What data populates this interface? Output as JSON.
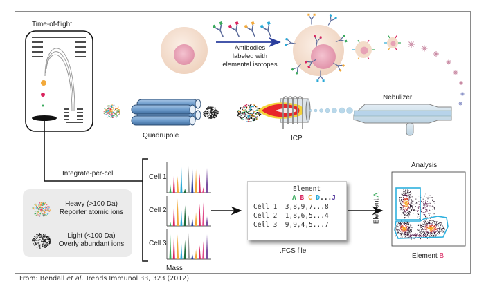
{
  "diagram": {
    "labels": {
      "time_of_flight": "Time-of-flight",
      "antibodies_line1": "Antibodies",
      "antibodies_line2": "labeled with",
      "antibodies_line3": "elemental isotopes",
      "quadrupole": "Quadrupole",
      "icp": "ICP",
      "nebulizer": "Nebulizer",
      "integrate": "Integrate-per-cell",
      "analysis": "Analysis",
      "element_a_prefix": "Element ",
      "element_a_letter": "A",
      "element_b_prefix": "Element ",
      "element_b_letter": "B",
      "mass": "Mass",
      "fcs_file": ".FCS file"
    },
    "legend": {
      "heavy_line1": "Heavy (>100 Da)",
      "heavy_line2": "Reporter atomic ions",
      "light_line1": "Light (<100 Da)",
      "light_line2": "Overly abundant ions"
    },
    "spectra": [
      {
        "label": "Cell 1",
        "peaks": [
          0.3,
          0.75,
          0.6,
          1.0,
          0.15,
          0.95,
          0.98,
          0.85,
          0.7,
          0.2,
          0.9
        ]
      },
      {
        "label": "Cell 2",
        "peaks": [
          0.15,
          0.8,
          1.0,
          0.6,
          0.75,
          0.4,
          0.3,
          0.5,
          0.8,
          0.85,
          0.35
        ]
      },
      {
        "label": "Cell 3",
        "peaks": [
          0.9,
          0.95,
          0.9,
          0.6,
          0.7,
          0.95,
          0.2,
          0.35,
          0.5,
          0.65,
          0.9
        ]
      }
    ],
    "spectrum_colors": [
      "#3aaa5c",
      "#d9245e",
      "#f2a93b",
      "#2aa9d6",
      "#1e6b3a",
      "#9a9a9a",
      "#2b3f9e",
      "#f2a93b",
      "#d9245e",
      "#e04a8a",
      "#7a4fa0"
    ],
    "fcs": {
      "header": "Element",
      "columns": [
        {
          "letter": "A",
          "color": "#3aaa5c"
        },
        {
          "letter": "B",
          "color": "#d9245e"
        },
        {
          "letter": "C",
          "color": "#f2a93b"
        },
        {
          "letter": "D",
          "color": "#2aa9d6"
        },
        {
          "letter": "...",
          "color": "#333333"
        },
        {
          "letter": "J",
          "color": "#5a3fa0"
        }
      ],
      "rows": [
        {
          "cell": "Cell 1",
          "values": "3,8,9,7...8"
        },
        {
          "cell": "Cell 2",
          "values": "1,8,6,5...4"
        },
        {
          "cell": "Cell 3",
          "values": "9,9,4,5...7"
        }
      ],
      "ellipsis": "⋮"
    },
    "citation": {
      "prefix": "From:  Bendall ",
      "italic": "et al",
      "suffix": ". Trends Immunol  33, 323 (2012)."
    },
    "colors": {
      "gate": "#2eb0de",
      "arrow": "#2b3f9e",
      "flame_outer": "#f4d23a",
      "flame_mid": "#f07a2a",
      "flame_inner": "#e8262a",
      "tube": "#cfe3f0",
      "quad": "#5d8fc4",
      "cell_outer": "#f3dcc9",
      "cell_nucleus": "#e7a2b6",
      "element_a": "#3aaa5c",
      "element_b": "#d9245e"
    },
    "tag_colors": [
      "#3aaa5c",
      "#d9245e",
      "#f2a93b",
      "#2aa9d6"
    ]
  }
}
